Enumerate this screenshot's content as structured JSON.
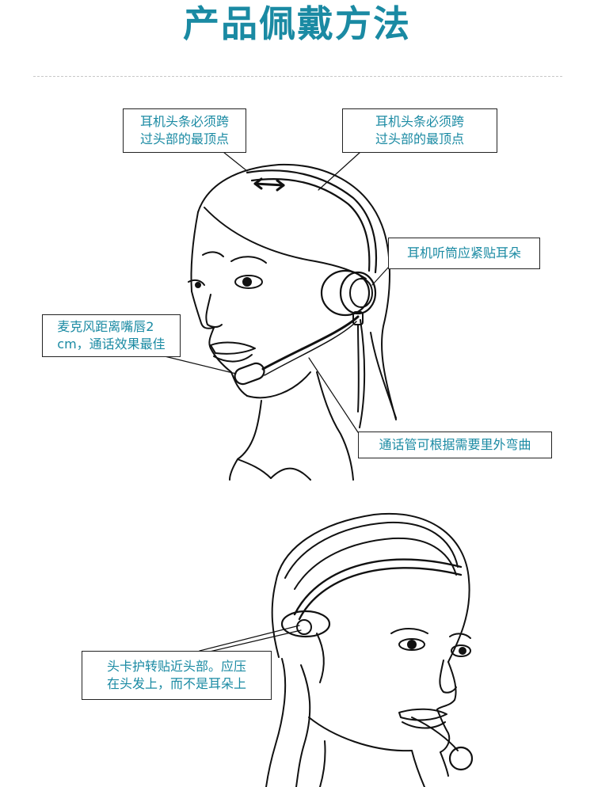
{
  "title": "产品佩戴方法",
  "colors": {
    "accent": "#1a8aa3",
    "line": "#111111",
    "divider": "#c8c8c8"
  },
  "callouts": {
    "headband_left": "耳机头条必须跨\n过头部的最顶点",
    "headband_right": "耳机头条必须跨\n过头部的最顶点",
    "earpiece": "耳机听筒应紧贴耳朵",
    "mic": "麦克风距离嘴唇2\ncm，通话效果最佳",
    "tube": "通话管可根据需要里外弯曲",
    "headclip": "头卡护转贴近头部。应压\n在头发上，而不是耳朵上"
  },
  "illustrations": {
    "top": "woman-wearing-headset-front",
    "bottom": "woman-wearing-headset-back"
  }
}
